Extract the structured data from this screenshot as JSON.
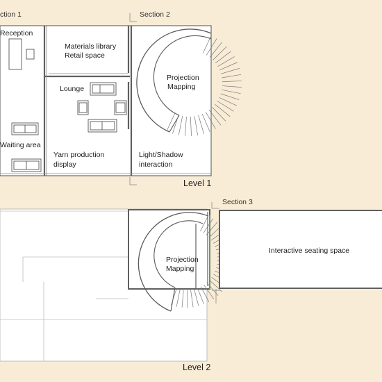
{
  "colors": {
    "background": "#f8ecd6",
    "floor": "#ffffff",
    "wall": "#5f5f5f",
    "accent_green": "#6ab46a"
  },
  "section_labels": {
    "section_1": "ction 1",
    "section_2": "Section 2",
    "section_3": "Section 3"
  },
  "level_1": {
    "level_label": "Level 1",
    "rooms": {
      "reception": "Reception",
      "materials_library": "Materials library",
      "retail_space": "Retail space",
      "lounge": "Lounge",
      "projection": "Projection",
      "mapping": "Mapping",
      "waiting_area": "Waiting area",
      "yarn_production": "Yarn production",
      "display": "display",
      "light_shadow": "Light/Shadow",
      "interaction": "interaction"
    }
  },
  "level_2": {
    "level_label": "Level 2",
    "rooms": {
      "projection": "Projection",
      "mapping": "Mapping",
      "interactive_seating": "Interactive seating space"
    }
  }
}
